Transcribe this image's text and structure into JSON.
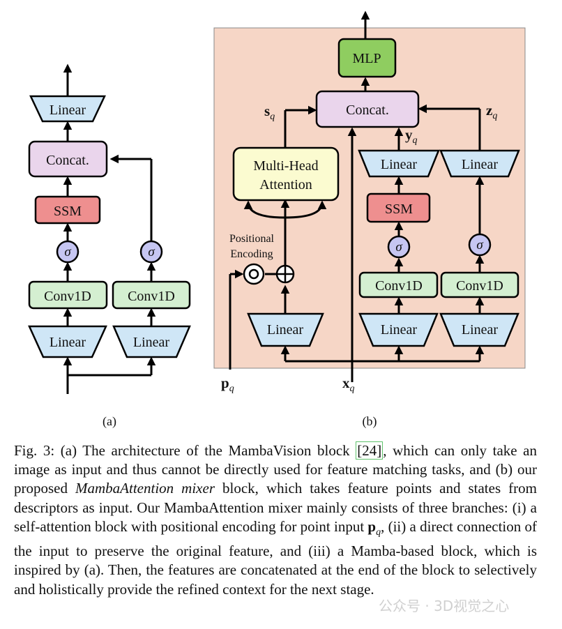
{
  "colors": {
    "linear": "#cfe6f6",
    "concat": "#ead5ec",
    "ssm": "#ee8f8f",
    "sigma": "#c6c6f2",
    "conv": "#d4efd1",
    "mlp": "#8fcd60",
    "attention": "#fbfbd0",
    "panel_bg": "#f6d6c6"
  },
  "panel_a": {
    "linear_top": "Linear",
    "concat": "Concat.",
    "ssm": "SSM",
    "sigma_left": "σ",
    "sigma_right": "σ",
    "conv_left": "Conv1D",
    "conv_right": "Conv1D",
    "linear_left": "Linear",
    "linear_right": "Linear",
    "label": "(a)"
  },
  "panel_b": {
    "mlp": "MLP",
    "concat": "Concat.",
    "attention_line1": "Multi-Head",
    "attention_line2": "Attention",
    "pos_enc_line1": "Positional",
    "pos_enc_line2": "Encoding",
    "linear_y": "Linear",
    "linear_z": "Linear",
    "ssm": "SSM",
    "sigma_mid": "σ",
    "sigma_right": "σ",
    "conv_mid": "Conv1D",
    "conv_right": "Conv1D",
    "linear_bottom_left": "Linear",
    "linear_bottom_mid": "Linear",
    "linear_bottom_right": "Linear",
    "s_q": "s",
    "y_q": "y",
    "z_q": "z",
    "p_q": "p",
    "x_q": "x",
    "subscript": "q",
    "label": "(b)"
  },
  "caption": {
    "part1": "Fig. 3: (a) The architecture of the MambaVision block ",
    "ref": "[24]",
    "part2": ", which can only take an image as input and thus cannot be directly used for feature matching tasks, and (b) our proposed ",
    "mixer_name": "MambaAttention mixer",
    "part3": " block, which takes feature points and states from descriptors as input. Our MambaAttention mixer mainly consists of three branches: (i) a self-attention block with positional encoding for point input ",
    "math_p": "p",
    "math_sub": "q",
    "part4": ", (ii) a direct connection of the input to preserve the original feature, and (iii) a Mamba-based block, which is inspired by (a). Then, the features are concatenated at the end of the block to selectively and holistically provide the refined context for the next stage."
  },
  "watermark": "公众号 · 3D视觉之心"
}
